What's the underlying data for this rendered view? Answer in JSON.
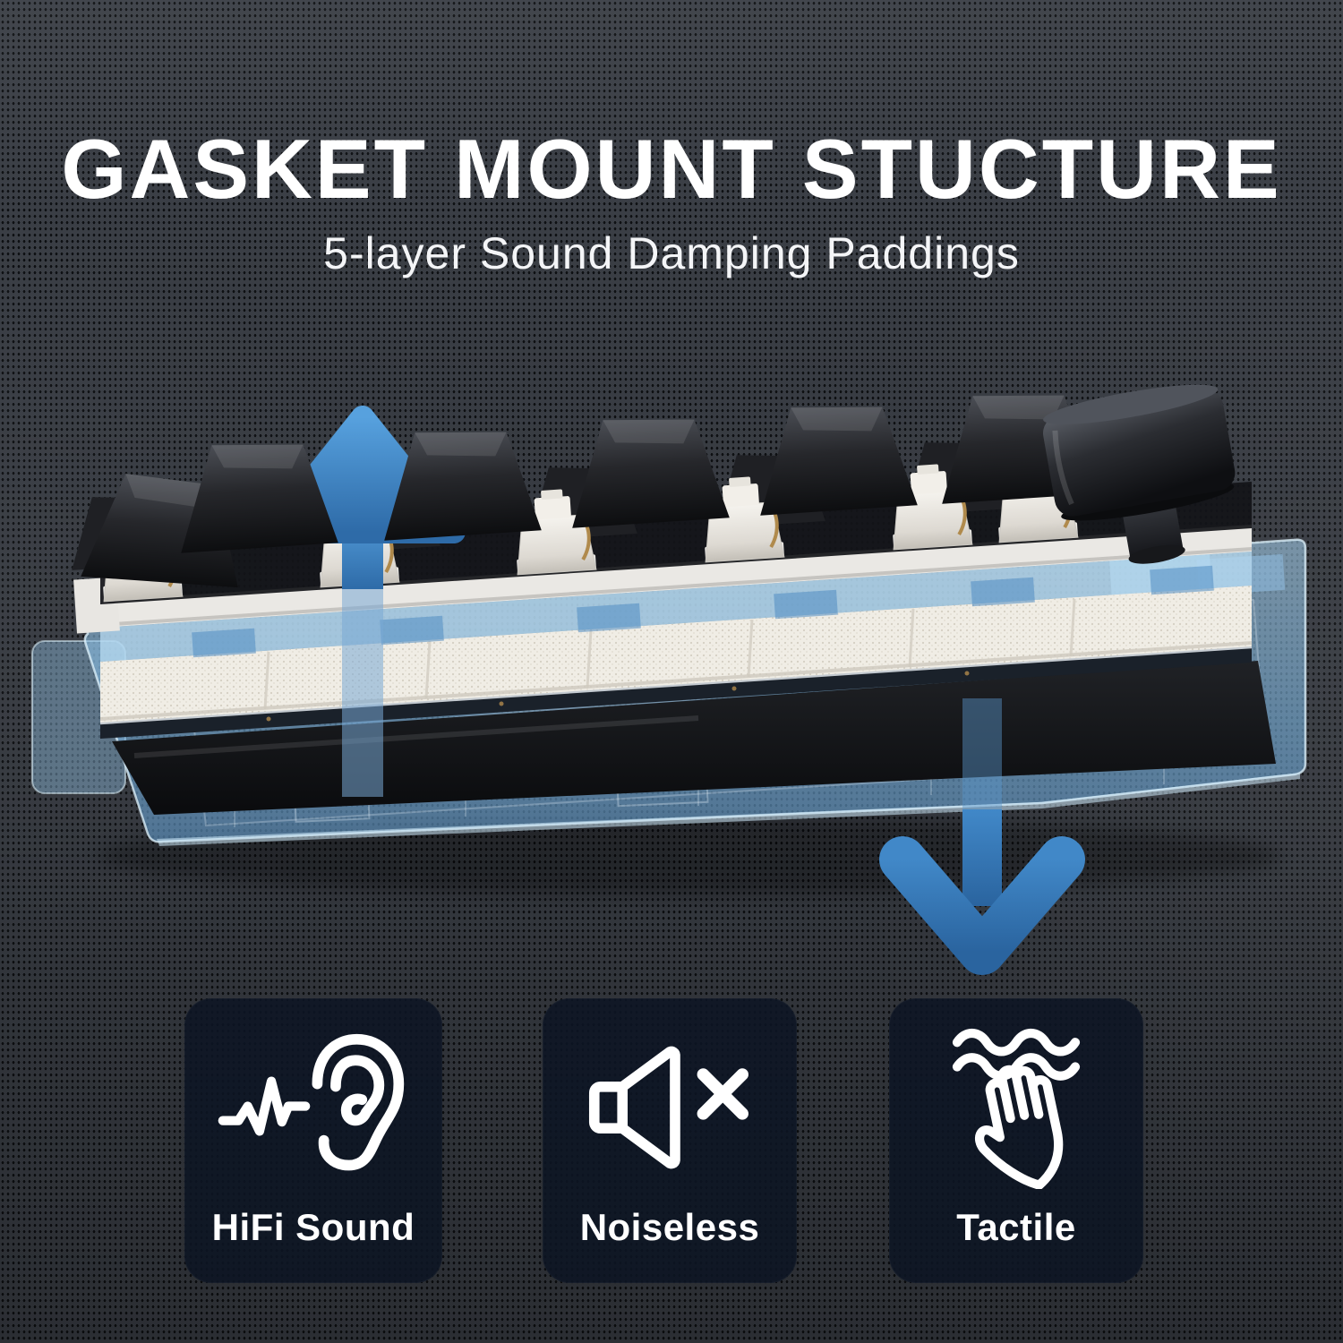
{
  "header": {
    "title": "GASKET MOUNT STUCTURE",
    "subtitle": "5-layer Sound Damping Paddings"
  },
  "diagram": {
    "subject": "mechanical-keyboard-gasket-mount-cutaway",
    "arrows": [
      {
        "icon": "up-arrow-icon",
        "direction": "up"
      },
      {
        "icon": "down-arrow-icon",
        "direction": "down"
      }
    ],
    "visible_parts": [
      "keycaps",
      "switches",
      "plate",
      "sound-damping-foam",
      "pcb",
      "case-foam",
      "translucent-bottom-case",
      "volume-knob"
    ]
  },
  "features": [
    {
      "label": "HiFi Sound",
      "icon": "ear-soundwave-icon"
    },
    {
      "label": "Noiseless",
      "icon": "muted-speaker-icon"
    },
    {
      "label": "Tactile",
      "icon": "tactile-hand-icon"
    }
  ],
  "colors": {
    "background": "#3a3e45",
    "card_background": "#0d1523",
    "accent_blue": "#3b82c4",
    "case_blue": "#9ccaeb",
    "text": "#ffffff"
  }
}
